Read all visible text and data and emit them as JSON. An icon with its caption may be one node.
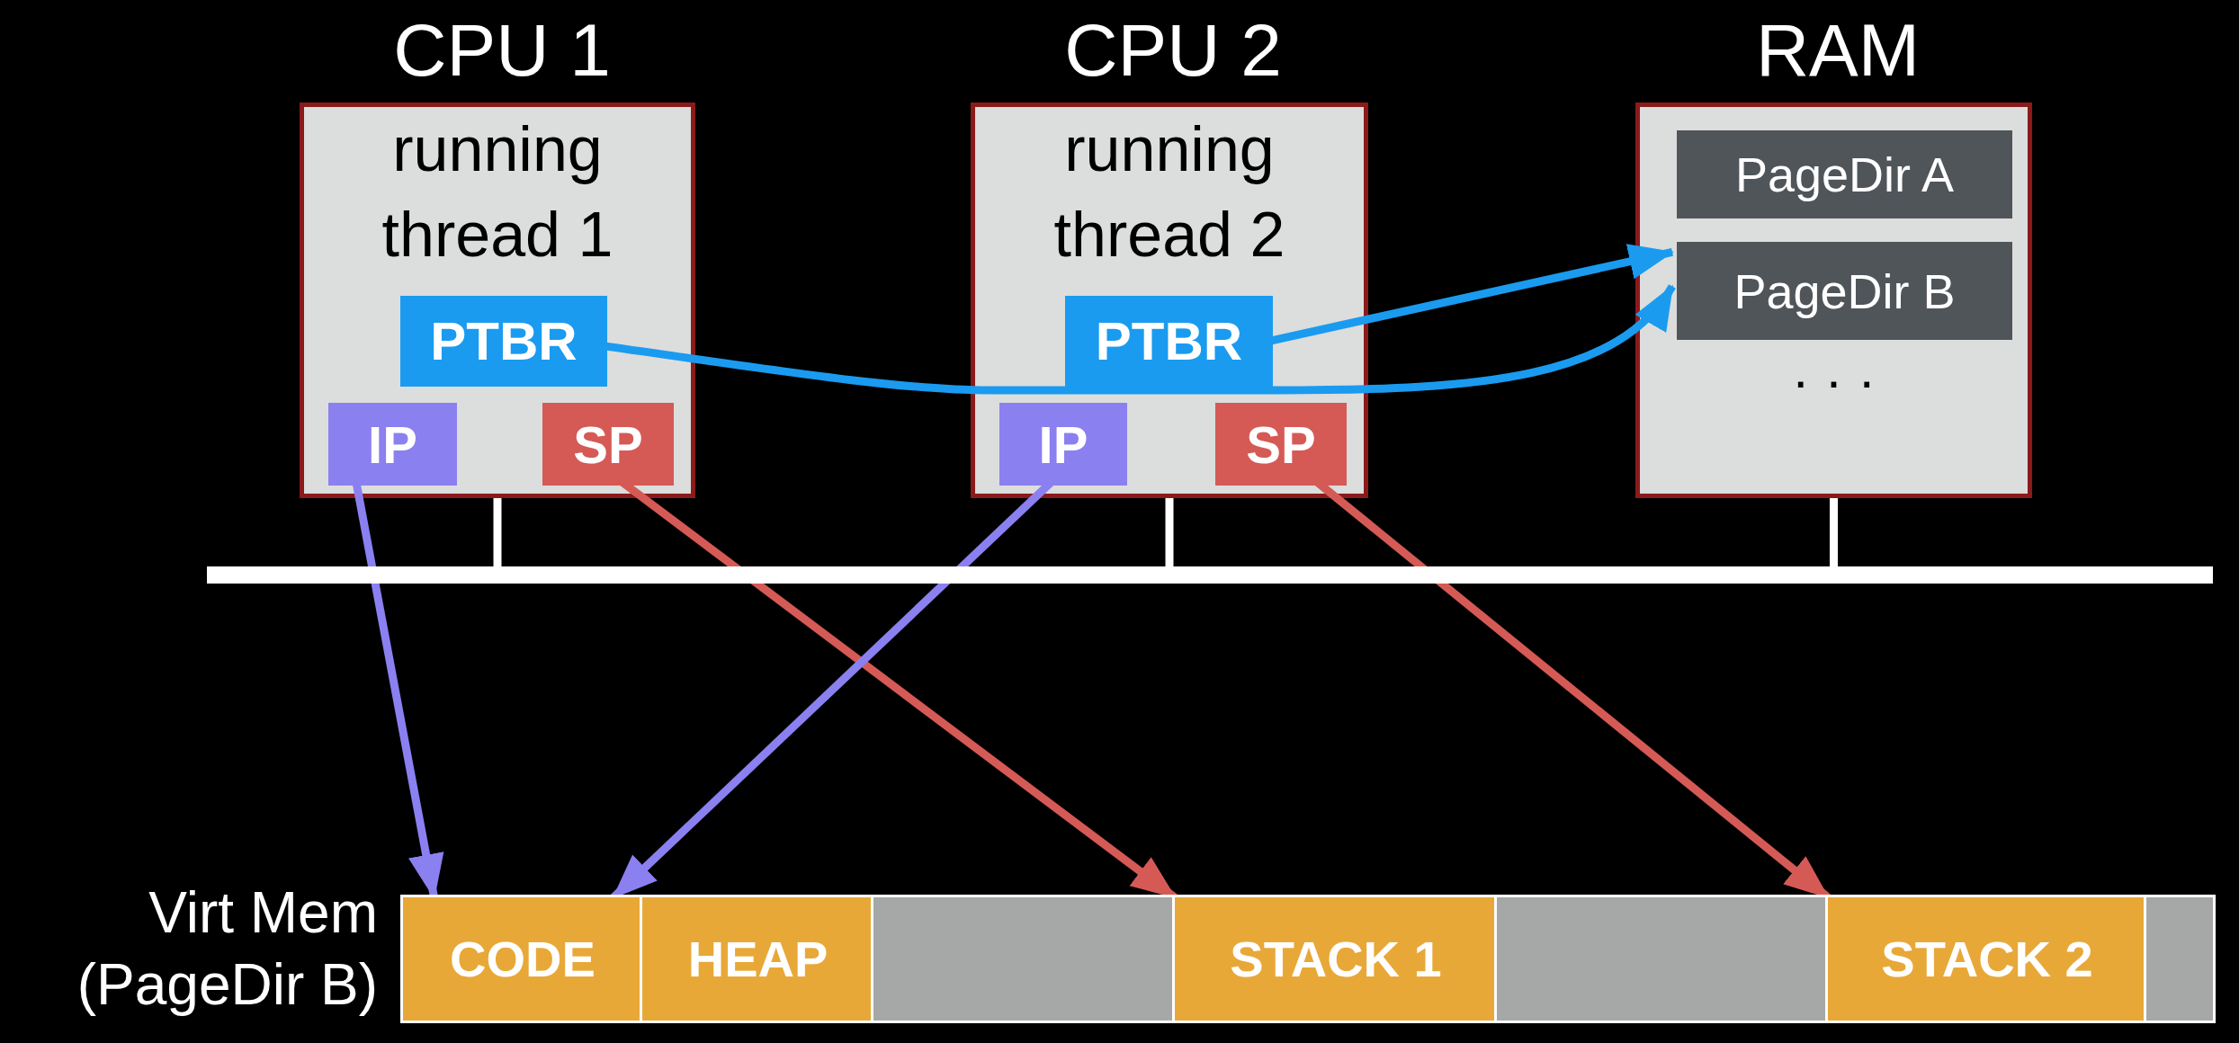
{
  "diagram": {
    "nodes": [
      {
        "text": [
          "CPU 1",
          "running thread 1"
        ]
      },
      {
        "text": [
          "PTBR"
        ],
        "in": 0
      },
      {
        "text": [
          "IP"
        ],
        "in": 0
      },
      {
        "text": [
          "SP"
        ],
        "in": 0
      },
      {
        "text": [
          "CPU 2",
          "running thread 2"
        ]
      },
      {
        "text": [
          "PTBR"
        ],
        "in": 4
      },
      {
        "text": [
          "IP"
        ],
        "in": 4
      },
      {
        "text": [
          "SP"
        ],
        "in": 4
      },
      {
        "text": [
          "RAM",
          "· · ·"
        ]
      },
      {
        "text": [
          "PageDir A"
        ],
        "in": 8
      },
      {
        "text": [
          "PageDir B"
        ],
        "in": 8
      },
      {
        "text": [],
        "shape": "bar"
      },
      {
        "text": [
          "Virt Mem (PageDir B)"
        ]
      },
      {
        "text": [
          "CODE"
        ],
        "in": 12
      },
      {
        "text": [
          "HEAP"
        ],
        "in": 12
      },
      {
        "text": [],
        "shape": "box",
        "in": 12
      },
      {
        "text": [
          "STACK 1"
        ],
        "in": 12
      },
      {
        "text": [],
        "shape": "box",
        "in": 12
      },
      {
        "text": [
          "STACK 2"
        ],
        "in": 12
      },
      {
        "text": [],
        "shape": "box",
        "in": 12
      }
    ],
    "edges": [
      {
        "from": 5,
        "to": 10,
        "arrow": "to",
        "color": "#1a9bf0"
      },
      {
        "from": 1,
        "to": 10,
        "arrow": "to",
        "color": "#1a9bf0"
      },
      {
        "from": 2,
        "to": 13,
        "arrow": "to",
        "color": "#8b80f0"
      },
      {
        "from": 3,
        "to": 16,
        "arrow": "to",
        "color": "#d55a55"
      },
      {
        "from": 6,
        "to": 13,
        "arrow": "to",
        "color": "#8b80f0"
      },
      {
        "from": 7,
        "to": 18,
        "arrow": "to",
        "color": "#d55a55"
      },
      {
        "from": 0,
        "to": 11,
        "arrow": "none",
        "color": "#ffffff"
      },
      {
        "from": 4,
        "to": 11,
        "arrow": "none",
        "color": "#ffffff"
      },
      {
        "from": 8,
        "to": 11,
        "arrow": "none",
        "color": "#ffffff"
      }
    ]
  }
}
